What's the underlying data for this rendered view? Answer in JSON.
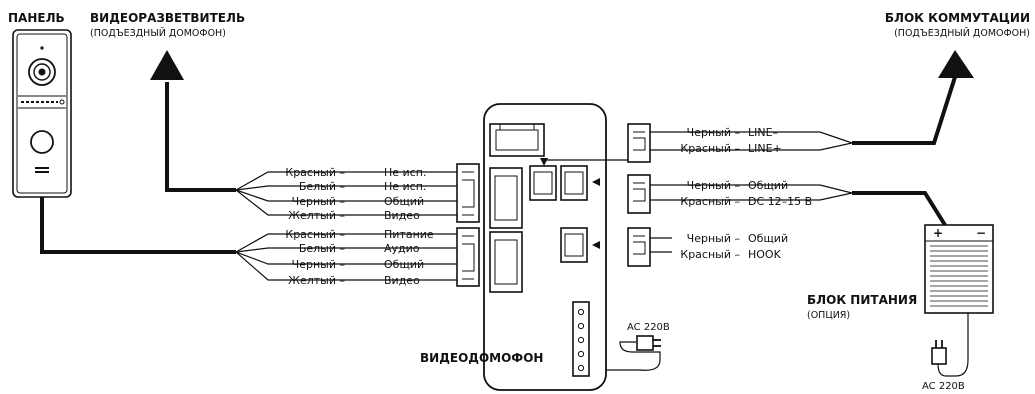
{
  "labels": {
    "panel": "ПАНЕЛЬ",
    "splitter_title": "ВИДЕОРАЗВЕТВИТЕЛЬ",
    "splitter_sub": "(ПОДЪЕЗДНЫЙ ДОМОФОН)",
    "switch_title": "БЛОК КОММУТАЦИИ",
    "switch_sub": "(ПОДЪЕЗДНЫЙ ДОМОФОН)",
    "monitor": "ВИДЕОДОМОФОН",
    "psu_title": "БЛОК ПИТАНИЯ",
    "psu_sub": "(ОПЦИЯ)",
    "ac_monitor": "AC 220В",
    "ac_psu": "AC 220В",
    "psu_plus": "+",
    "psu_minus": "−"
  },
  "wiring_left_top": [
    {
      "color": "Красный –",
      "func": "Не исп."
    },
    {
      "color": "Белый –",
      "func": "Не исп."
    },
    {
      "color": "Черный –",
      "func": "Общий"
    },
    {
      "color": "Желтый –",
      "func": "Видео"
    }
  ],
  "wiring_left_bottom": [
    {
      "color": "Красный –",
      "func": "Питание"
    },
    {
      "color": "Белый –",
      "func": "Аудио"
    },
    {
      "color": "Черный –",
      "func": "Общий"
    },
    {
      "color": "Желтый –",
      "func": "Видео"
    }
  ],
  "wiring_right_line": [
    {
      "color": "Черный –",
      "func": "LINE–"
    },
    {
      "color": "Красный –",
      "func": "LINE+"
    }
  ],
  "wiring_right_power": [
    {
      "color": "Черный –",
      "func": "Общий"
    },
    {
      "color": "Красный –",
      "func": "DC 12–15 В"
    }
  ],
  "wiring_right_hook": [
    {
      "color": "Черный –",
      "func": "Общий"
    },
    {
      "color": "Красный –",
      "func": "HOOK"
    }
  ]
}
